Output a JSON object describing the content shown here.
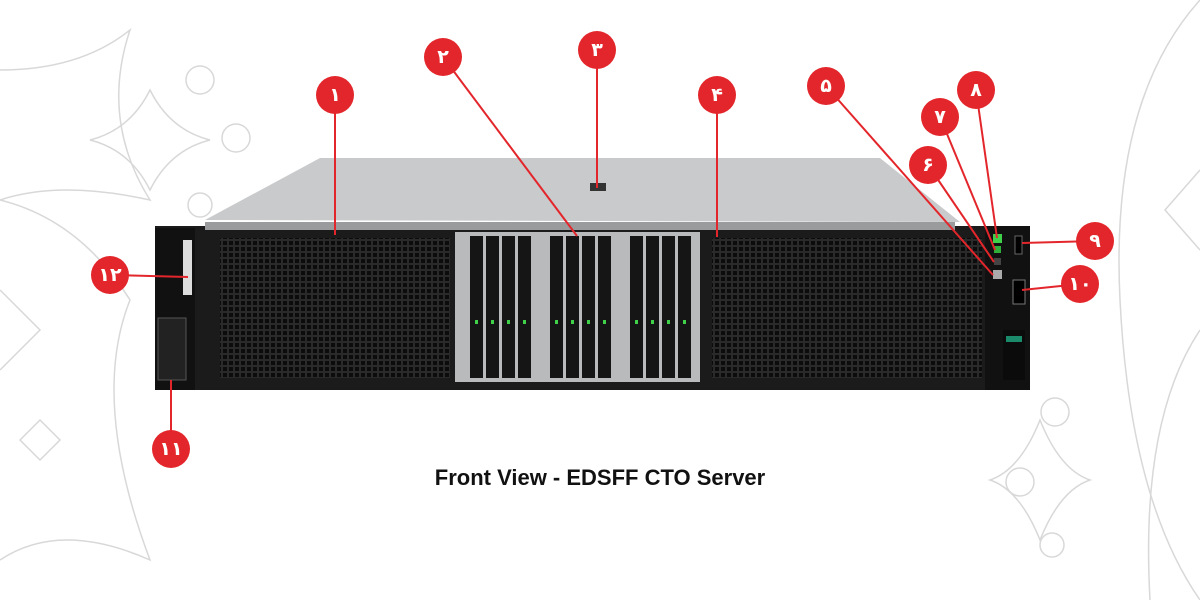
{
  "caption": "Front View - EDSFF CTO Server",
  "callouts": [
    {
      "label": "۱",
      "part": "left-fan-grille"
    },
    {
      "label": "۲",
      "part": "edsff-drive-bay"
    },
    {
      "label": "۳",
      "part": "top-logo"
    },
    {
      "label": "۴",
      "part": "right-fan-grille"
    },
    {
      "label": "۵",
      "part": "uid-button"
    },
    {
      "label": "۶",
      "part": "health-led"
    },
    {
      "label": "۷",
      "part": "nic-led"
    },
    {
      "label": "۸",
      "part": "power-button"
    },
    {
      "label": "۹",
      "part": "usb-c-port"
    },
    {
      "label": "۱۰",
      "part": "ilo-service-port"
    },
    {
      "label": "۱۱",
      "part": "left-ear-module"
    },
    {
      "label": "۱۲",
      "part": "serial-label-pull-tab"
    }
  ],
  "colors": {
    "accent": "#e3262b",
    "chassis": "#1b1b1b",
    "top": "#c9cacc",
    "led": "#3fd14a"
  }
}
